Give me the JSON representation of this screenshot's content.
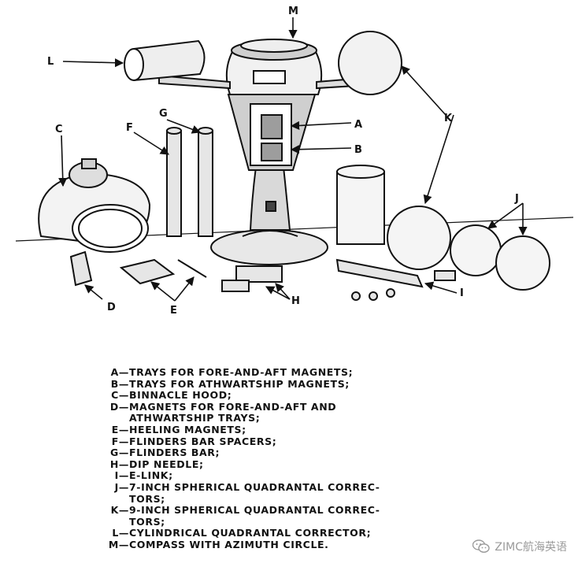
{
  "callouts": [
    "M",
    "L",
    "G",
    "F",
    "C",
    "A",
    "B",
    "K",
    "J",
    "D",
    "E",
    "H",
    "I"
  ],
  "legend": [
    {
      "letter": "A",
      "text": "TRAYS FOR FORE-AND-AFT MAGNETS;"
    },
    {
      "letter": "B",
      "text": "TRAYS FOR ATHWARTSHIP MAGNETS;"
    },
    {
      "letter": "C",
      "text": "BINNACLE HOOD;"
    },
    {
      "letter": "D",
      "text": "MAGNETS FOR FORE-AND-AFT AND\nATHWARTSHIP TRAYS;"
    },
    {
      "letter": "E",
      "text": "HEELING MAGNETS;"
    },
    {
      "letter": "F",
      "text": "FLINDERS BAR SPACERS;"
    },
    {
      "letter": "G",
      "text": "FLINDERS BAR;"
    },
    {
      "letter": "H",
      "text": "DIP NEEDLE;"
    },
    {
      "letter": "I",
      "text": "E-LINK;"
    },
    {
      "letter": "J",
      "text": "7-INCH SPHERICAL QUADRANTAL CORREC-\nTORS;"
    },
    {
      "letter": "K",
      "text": "9-INCH SPHERICAL QUADRANTAL CORREC-\nTORS;"
    },
    {
      "letter": "L",
      "text": "CYLINDRICAL QUADRANTAL CORRECTOR;"
    },
    {
      "letter": "M",
      "text": "COMPASS WITH AZIMUTH CIRCLE."
    }
  ],
  "watermark": {
    "text": "ZIMC航海英语",
    "icon": "wechat-icon"
  },
  "colors": {
    "ink": "#111111",
    "watermark": "#9a9a9a"
  }
}
